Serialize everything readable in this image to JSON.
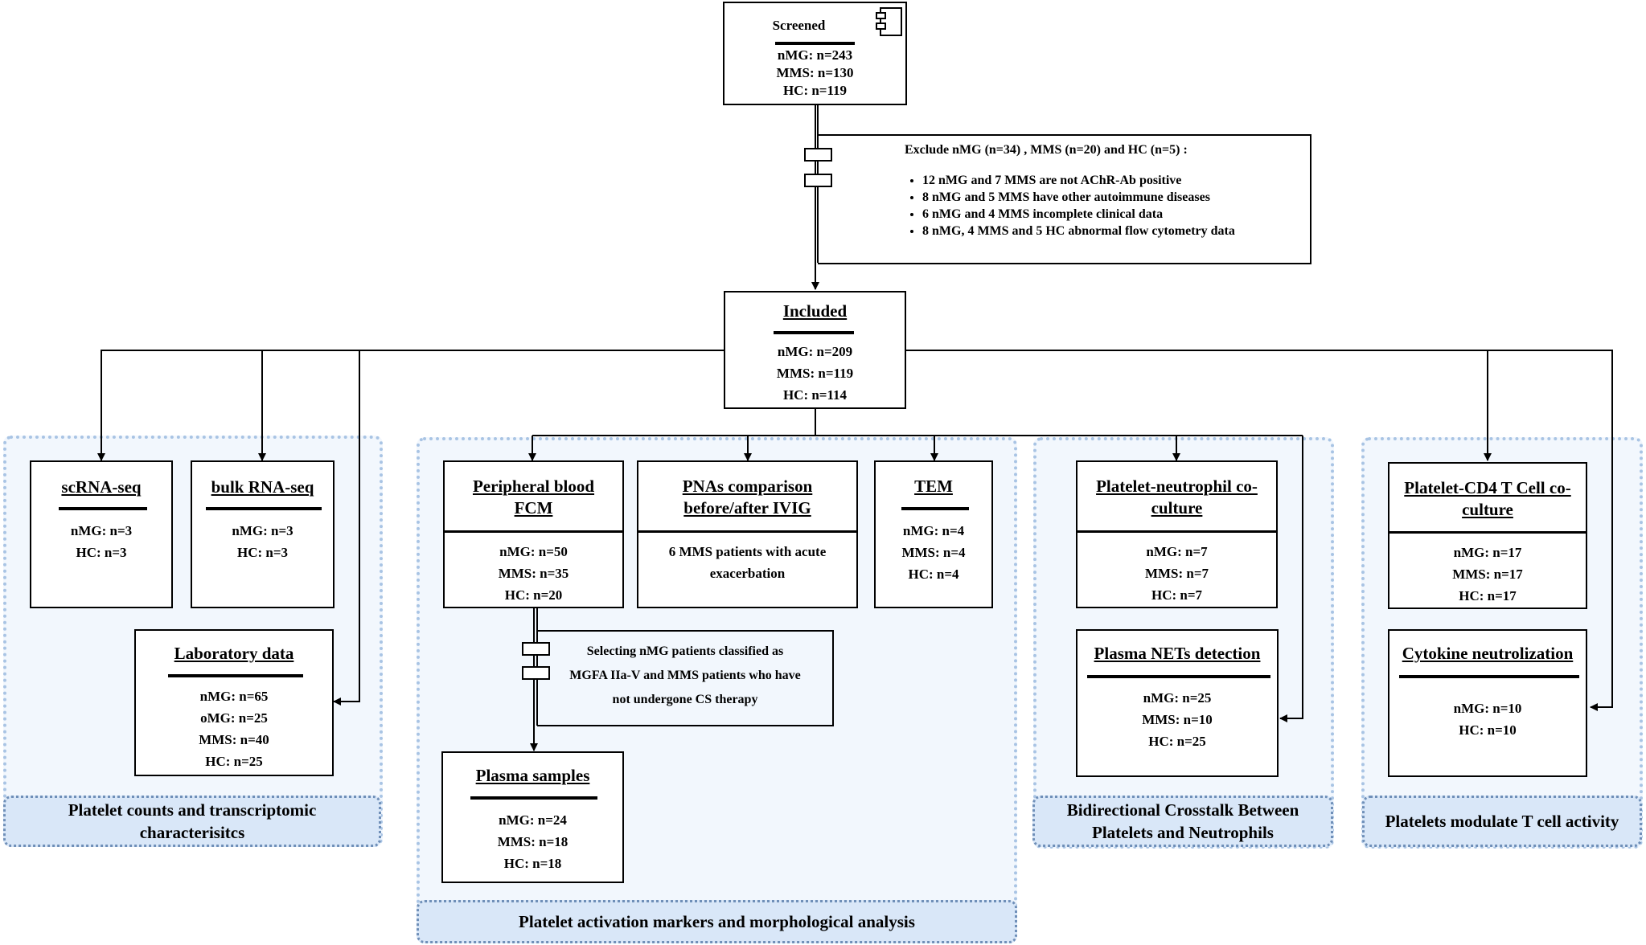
{
  "screened": {
    "title": "Screened",
    "lines": [
      "nMG: n=243",
      "MMS: n=130",
      "HC: n=119"
    ],
    "icon": "component-icon"
  },
  "exclusion": {
    "heading": "Exclude nMG (n=34) , MMS (n=20) and HC (n=5) :",
    "items": [
      "12 nMG and 7 MMS are not AChR-Ab positive",
      "8 nMG and 5 MMS have other autoimmune diseases",
      "6 nMG and 4 MMS incomplete clinical data",
      "8 nMG, 4 MMS and 5 HC abnormal flow cytometry data"
    ]
  },
  "included": {
    "title": "Included",
    "lines": [
      "nMG: n=209",
      "MMS: n=119",
      "HC: n=114"
    ]
  },
  "scrna": {
    "title": "scRNA-seq ",
    "lines": [
      "nMG: n=3",
      "HC: n=3"
    ]
  },
  "bulkrna": {
    "title": "bulk RNA-seq ",
    "lines": [
      "nMG: n=3",
      "HC: n=3"
    ]
  },
  "labdata": {
    "title": "Laboratory data ",
    "lines": [
      "nMG: n=65",
      "oMG: n=25",
      "MMS: n=40",
      "HC: n=25"
    ]
  },
  "pbfcm": {
    "title_l1": "Peripheral blood",
    "title_l2": "FCM",
    "lines": [
      "nMG: n=50",
      "MMS: n=35",
      "HC: n=20"
    ]
  },
  "pnas": {
    "title_l1": "PNAs comparison",
    "title_l2": "before/after IVIG",
    "lines": [
      "6 MMS patients with acute",
      "exacerbation"
    ]
  },
  "tem": {
    "title": "TEM",
    "lines": [
      "nMG: n=4",
      "MMS: n=4",
      "HC: n=4"
    ]
  },
  "selecting": {
    "lines": [
      "Selecting nMG patients classified as",
      "MGFA IIa-V and MMS patients who have",
      "not undergone CS therapy"
    ]
  },
  "plasma": {
    "title": "Plasma samples",
    "lines": [
      "nMG: n=24",
      "MMS: n=18",
      "HC: n=18"
    ]
  },
  "pnco": {
    "title_l1": "Platelet-neutrophil co-",
    "title_l2": "culture",
    "lines": [
      "nMG: n=7",
      "MMS: n=7",
      "HC: n=7"
    ]
  },
  "nets": {
    "title": "Plasma NETs detection",
    "lines": [
      "nMG: n=25",
      "MMS: n=10",
      "HC: n=25"
    ]
  },
  "cd4": {
    "title_l1": "Platelet-CD4 T Cell co-",
    "title_l2": "culture",
    "lines": [
      "nMG: n=17",
      "MMS: n=17",
      "HC: n=17"
    ]
  },
  "cytokine": {
    "title": "Cytokine neutrolization",
    "lines": [
      "nMG: n=10",
      "HC: n=10"
    ]
  },
  "captions": {
    "g1_l1": "Platelet counts and transcriptomic",
    "g1_l2": "characterisitcs",
    "g2": "Platelet activation markers and morphological analysis",
    "g3_l1": "Bidirectional Crosstalk Between",
    "g3_l2": "Platelets and Neutrophils",
    "g4": "Platelets modulate T cell activity"
  },
  "colors": {
    "group_fill": "#f2f7fd",
    "group_border": "#a9c4e4",
    "caption_fill": "#d9e7f8",
    "caption_border": "#6f8fb8"
  }
}
